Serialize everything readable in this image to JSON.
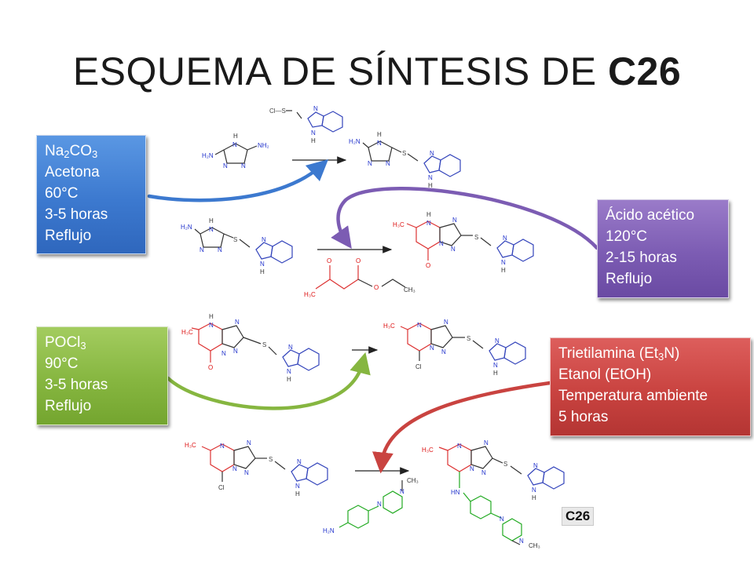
{
  "title": {
    "prefix": "ESQUEMA DE SÍNTESIS DE ",
    "compound": "C26"
  },
  "conditions": {
    "step1": {
      "reagent_base": "Na",
      "reagent_sub1": "2",
      "reagent_mid": "CO",
      "reagent_sub2": "3",
      "solvent": "Acetona",
      "temperature": "60°C",
      "time": "3-5 horas",
      "mode": "Reflujo"
    },
    "step2": {
      "reagent": "Ácido acético",
      "temperature": "120°C",
      "time": "2-15 horas",
      "mode": "Reflujo"
    },
    "step3": {
      "reagent_base": "POCl",
      "reagent_sub": "3",
      "temperature": "90°C",
      "time": "3-5 horas",
      "mode": "Reflujo"
    },
    "step4": {
      "reagent_pre": "Trietilamina (Et",
      "reagent_sub": "3",
      "reagent_post": "N)",
      "solvent": "Etanol (EtOH)",
      "temperature": "Temperatura ambiente",
      "time": "5 horas"
    }
  },
  "atoms": {
    "H": "H",
    "N": "N",
    "S": "S",
    "O": "O",
    "Cl": "Cl",
    "Cl_S": "Cl—S",
    "H2N": "H₂N",
    "NH2": "NH₂",
    "HN": "HN",
    "H3C": "H₃C",
    "CH3": "CH₃"
  },
  "product_label": "C26",
  "colors": {
    "blue": "#3c79cf",
    "purple": "#7c5cb3",
    "green": "#86b640",
    "red": "#c94340",
    "atom_n": "#2233cc",
    "atom_o": "#dd1111",
    "atom_s": "#444444",
    "bond": "#333333",
    "ring_blue": "#3344bb",
    "ring_red": "#dd3333",
    "ring_green": "#22aa22"
  }
}
